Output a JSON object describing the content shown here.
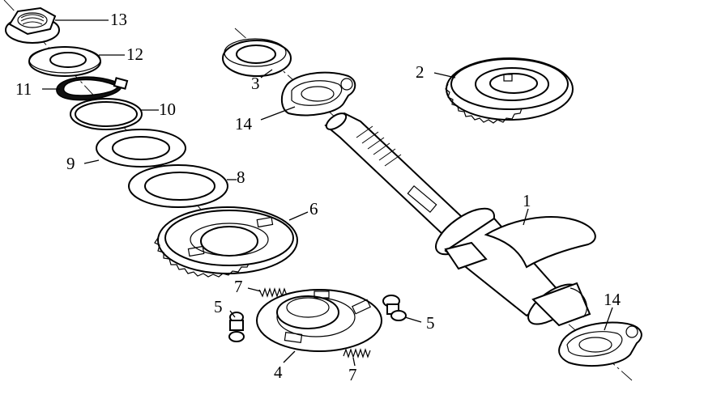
{
  "diagram": {
    "callouts": {
      "c1": "1",
      "c2": "2",
      "c3": "3",
      "c4": "4",
      "c5a": "5",
      "c5b": "5",
      "c6": "6",
      "c7a": "7",
      "c7b": "7",
      "c8": "8",
      "c9": "9",
      "c10": "10",
      "c11": "11",
      "c12": "12",
      "c13": "13",
      "c14a": "14",
      "c14b": "14"
    }
  }
}
